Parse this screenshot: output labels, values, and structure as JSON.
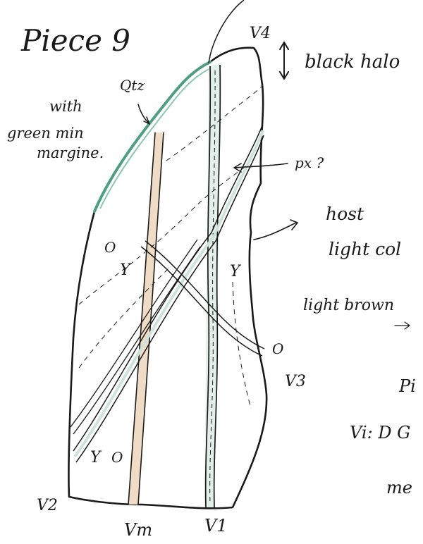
{
  "title": "Piece 9",
  "labels": {
    "v4": "V4",
    "black_halo": "black halo",
    "qtz_with": "with",
    "qtz": "Qtz",
    "green_min": "green min",
    "margine": "margine.",
    "px": "px ?",
    "host": "host",
    "light_col": "light col",
    "light_brown": "light brown",
    "v3": "V3",
    "v2": "V2",
    "vm": "Vm",
    "v1": "V1",
    "pi": "Pi",
    "v1_def": "Vi: D G",
    "me": "me",
    "y_upper_left": "Y",
    "y_upper_right": "Y",
    "y_lower": "Y",
    "o_mark": "O",
    "o_lower": "O",
    "o_right": "O"
  },
  "colors": {
    "ink": "#1a1a1a",
    "green_margin": "#4f9e84",
    "vein_fill": "#f0dcc6",
    "vein_fill_light": "#e9e0cf",
    "vein_tint": "#cfe3da"
  }
}
